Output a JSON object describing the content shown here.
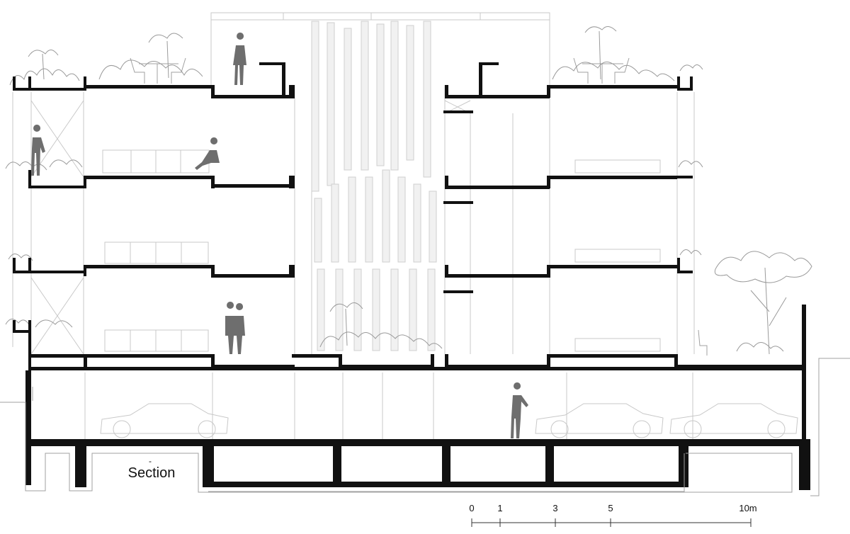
{
  "drawing": {
    "title": "Section",
    "title_mark": "-",
    "scale_bar": {
      "ticks": [
        "0",
        "1",
        "3",
        "5",
        "10m"
      ]
    }
  }
}
